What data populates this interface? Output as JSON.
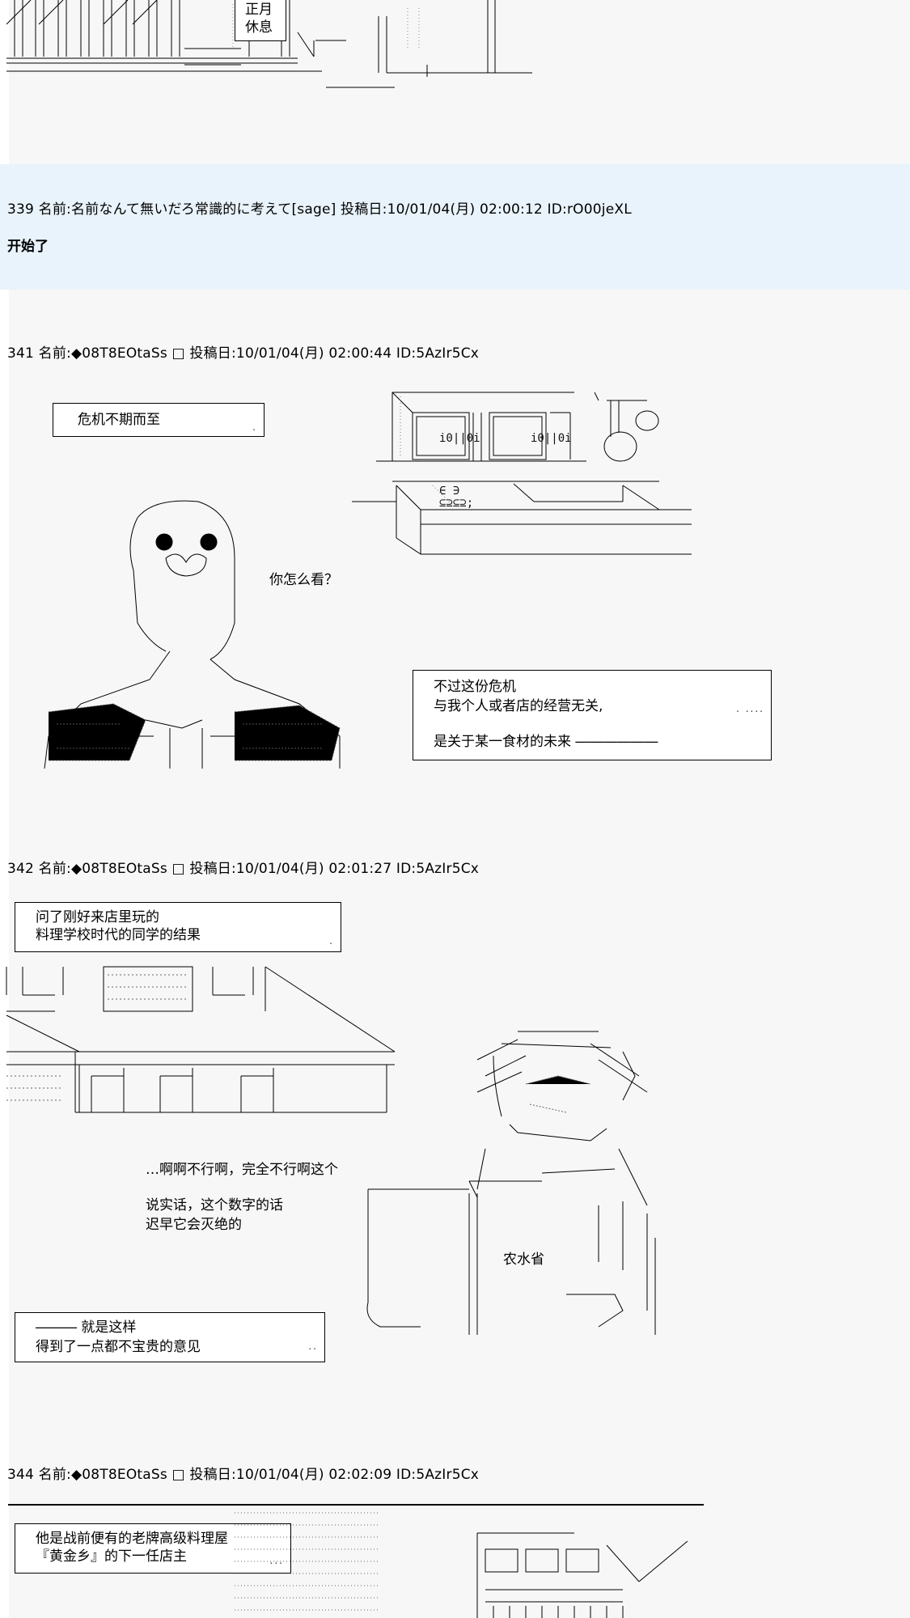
{
  "top_sign": {
    "line1": "正月",
    "line2": "休息"
  },
  "posts": [
    {
      "header": "339 名前:名前なんて無いだろ常識的に考えて[sage] 投稿日:10/01/04(月) 02:00:12 ID:rO00jeXL",
      "body": "开始了"
    },
    {
      "header": "341 名前:◆08T8EOtaSs □ 投稿日:10/01/04(月) 02:00:44 ID:5AzIr5Cx",
      "box1": "危机不期而至",
      "speech": "你怎么看？",
      "box2": [
        "不过这份危机",
        "与我个人或者店的经营无关,",
        "是关于某一食材的未来 ――――――"
      ],
      "shelf_labels": [
        "i0||0i",
        "i0||0i"
      ]
    },
    {
      "header": "342 名前:◆08T8EOtaSs □ 投稿日:10/01/04(月) 02:01:27 ID:5AzIr5Cx",
      "box1": [
        "问了刚好来店里玩的",
        "料理学校时代的同学的结果"
      ],
      "speech1": "…啊啊不行啊，完全不行啊这个",
      "speech2": [
        "说实话，这个数字的话",
        "迟早它会灭绝的"
      ],
      "sign": "农水省",
      "box2": [
        "―――  就是这样",
        "得到了一点都不宝贵的意见"
      ]
    },
    {
      "header": "344 名前:◆08T8EOtaSs □ 投稿日:10/01/04(月) 02:02:09 ID:5AzIr5Cx",
      "box1": [
        "他是战前便有的老牌高级料理屋",
        "『黄金乡』的下一任店主"
      ]
    }
  ],
  "colors": {
    "band": "#e9f3fb",
    "page": "#f7f7f8",
    "ink": "#000000"
  }
}
